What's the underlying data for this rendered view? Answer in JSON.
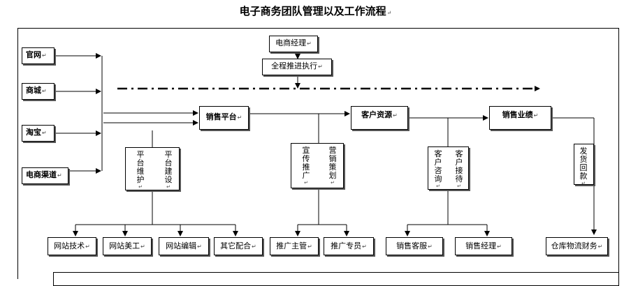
{
  "title": "电子商务团队管理以及工作流程",
  "return_mark": "↵",
  "nodes": {
    "manager": "电商经理",
    "execution": "全程推进执行",
    "official_site": "官网",
    "mall": "商城",
    "taobao": "淘宝",
    "ecommerce_channel": "电商渠道",
    "sales_platform": "销售平台",
    "customer_resources": "客户资源",
    "sales_performance": "销售业绩",
    "web_tech": "网站技术",
    "web_art": "网站美工",
    "web_edit": "网站编辑",
    "other_coop": "其它配合",
    "promo_manager": "推广主管",
    "promo_specialist": "推广专员",
    "sales_service": "销售客服",
    "sales_manager": "销售经理",
    "warehouse_finance": "仓库物流财务"
  },
  "vertical_nodes": {
    "platform_maintenance": "平台维护",
    "platform_building": "平台建设",
    "publicity_promotion": "宣传推广",
    "marketing_planning": "营销策划",
    "customer_consulting": "客户咨询",
    "customer_reception": "客户接待",
    "payment_collection": "发货回款"
  }
}
